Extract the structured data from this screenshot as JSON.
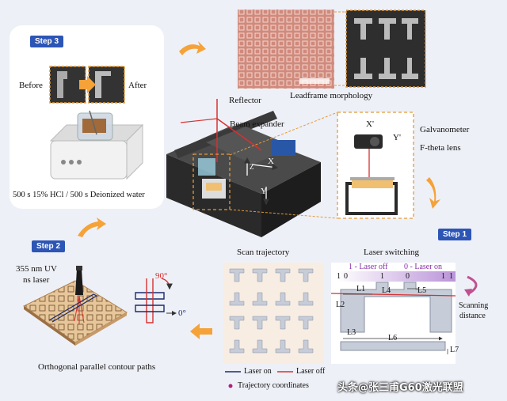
{
  "steps": {
    "step1": "Step 1",
    "step2": "Step 2",
    "step3": "Step 3"
  },
  "step3": {
    "before": "Before",
    "after": "After",
    "etch": "500 s 15% HCl / 500 s Deionized water"
  },
  "leadframe": {
    "title": "Leadframe morphology"
  },
  "optics": {
    "reflector": "Reflector",
    "beam_expander": "Beam expander",
    "galvanometer": "Galvanometer",
    "ftheta": "F-theta lens",
    "x_prime": "X'",
    "y_prime": "Y'",
    "axis_x": "X",
    "axis_y": "Y",
    "axis_z": "Z"
  },
  "step2": {
    "laser_line1": "355 nm UV",
    "laser_line2": "ns laser",
    "angle_90": "90°",
    "angle_0": "0°",
    "caption": "Orthogonal parallel contour paths"
  },
  "scan": {
    "title": "Scan trajectory"
  },
  "switching": {
    "title": "Laser switching",
    "legend_off": "1 - Laser off",
    "legend_on": "0 - Laser on",
    "bits": {
      "a": "1",
      "b": "0",
      "c": "1",
      "d": "0",
      "e": "1",
      "f": "1"
    },
    "L1": "L1",
    "L2": "L2",
    "L3": "L3",
    "L4": "L4",
    "L5": "L5",
    "L6": "L6",
    "L7": "L7",
    "scanning_distance_1": "Scanning",
    "scanning_distance_2": "distance"
  },
  "legend": {
    "laser_on": "Laser on",
    "laser_off": "Laser off",
    "trajectory": "Trajectory coordinates"
  },
  "watermark": "头条@张三甫G60激光联盟",
  "colors": {
    "step_badge": "#2c55b5",
    "laser_red": "#d83030",
    "laser_on_line": "#1a2a6c",
    "arrow_orange": "#f5a238",
    "purple_bar": "#b98fd3"
  }
}
